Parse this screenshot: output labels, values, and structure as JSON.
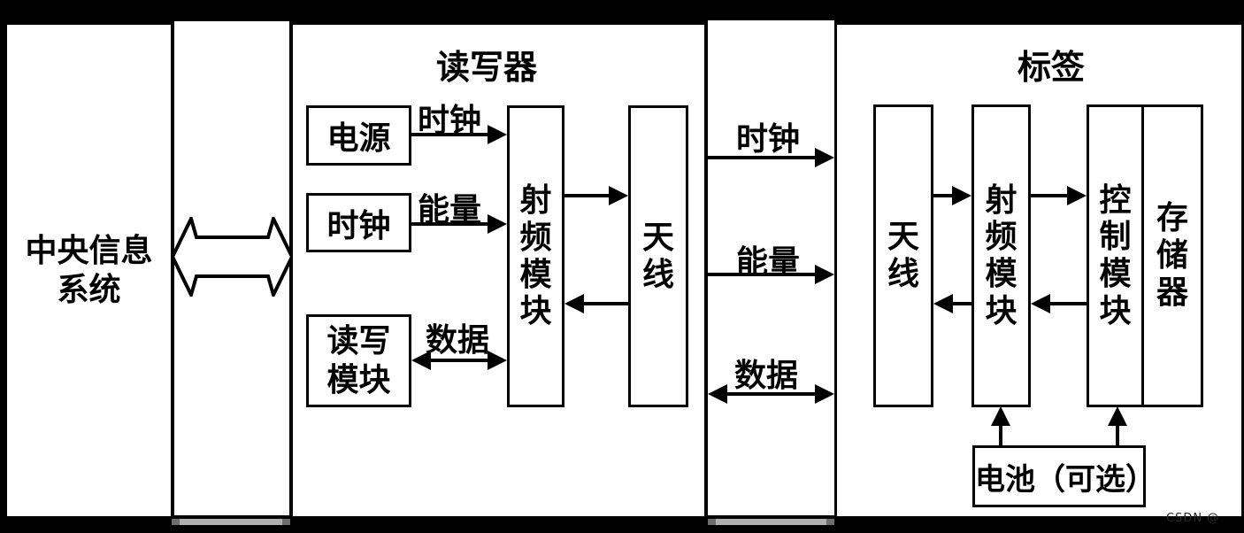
{
  "colors": {
    "background": "#000000",
    "panel": "#ffffff",
    "line": "#000000",
    "scrollbar": "#b0b0b0",
    "scrollbar_cap": "#6e6e6e"
  },
  "central_system": {
    "label": "中央信息系统"
  },
  "reader": {
    "title": "读写器",
    "power_box": "电源",
    "clock_box": "时钟",
    "rw_module_box": "读写模块",
    "rf_module_box": "射频模块",
    "antenna_box": "天线",
    "arrow_clock": "时钟",
    "arrow_energy": "能量",
    "arrow_data": "数据"
  },
  "air_interface": {
    "arrow_clock": "时钟",
    "arrow_energy": "能量",
    "arrow_data": "数据"
  },
  "tag": {
    "title": "标签",
    "antenna_box": "天线",
    "rf_module_box": "射频模块",
    "control_module_box": "控制模块",
    "memory_box": "存储器",
    "battery_box": "电池（可选）"
  },
  "watermark": "CSDN @"
}
